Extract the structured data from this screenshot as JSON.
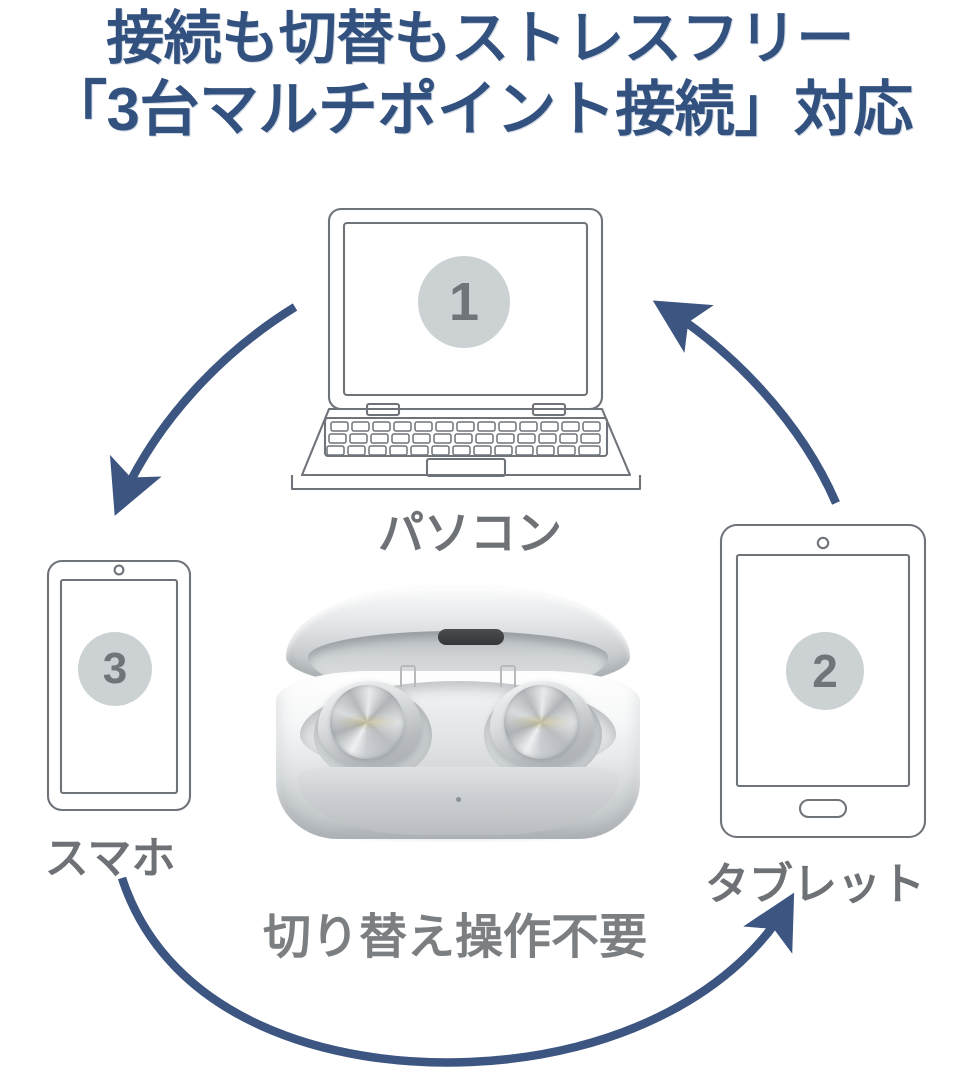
{
  "headline": {
    "line1": "接続も切替もストレスフリー",
    "line2": "「3台マルチポイント接続」対応",
    "color": "#33517e"
  },
  "diagram": {
    "caption": "切り替え操作不要",
    "caption_color": "#7b7f82",
    "arrow_color": "#3c5581",
    "badge_bg": "#ccd1d4",
    "badge_text_color": "#70757a",
    "devices": [
      {
        "id": "pc",
        "label": "パソコン",
        "badge": "1",
        "icon": "laptop-icon"
      },
      {
        "id": "tablet",
        "label": "タブレット",
        "badge": "2",
        "icon": "tablet-icon"
      },
      {
        "id": "phone",
        "label": "スマホ",
        "badge": "3",
        "icon": "smartphone-icon"
      }
    ],
    "arrows": [
      {
        "id": "pc-to-phone",
        "from": "pc",
        "to": "phone"
      },
      {
        "id": "tablet-to-pc",
        "from": "tablet",
        "to": "pc"
      },
      {
        "id": "phone-to-tablet",
        "from": "phone",
        "to": "tablet"
      }
    ]
  },
  "product": {
    "name": "wireless-earbuds-in-charging-case",
    "color": "silver"
  }
}
